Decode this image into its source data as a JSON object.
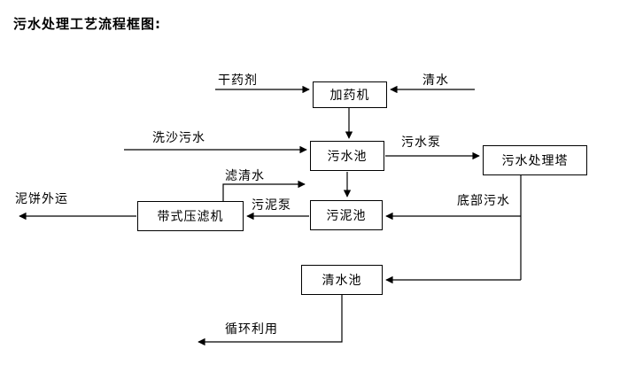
{
  "title": "污水处理工艺流程框图:",
  "nodes": {
    "dosing_machine": "加药机",
    "sewage_pool": "污水池",
    "treatment_tower": "污水处理塔",
    "sludge_pool": "污泥池",
    "belt_filter_press": "带式压滤机",
    "clear_water_pool": "清水池"
  },
  "labels": {
    "dry_chemical": "干药剂",
    "clear_water": "清水",
    "sand_washing_sewage": "洗沙污水",
    "sewage_pump": "污水泵",
    "filtered_water": "滤清水",
    "mud_cake_out": "泥饼外运",
    "sludge_pump": "污泥泵",
    "bottom_sewage": "底部污水",
    "recycling": "循环利用"
  },
  "colors": {
    "line": "#000000",
    "box_border": "#000000",
    "background": "#ffffff",
    "text": "#000000"
  }
}
